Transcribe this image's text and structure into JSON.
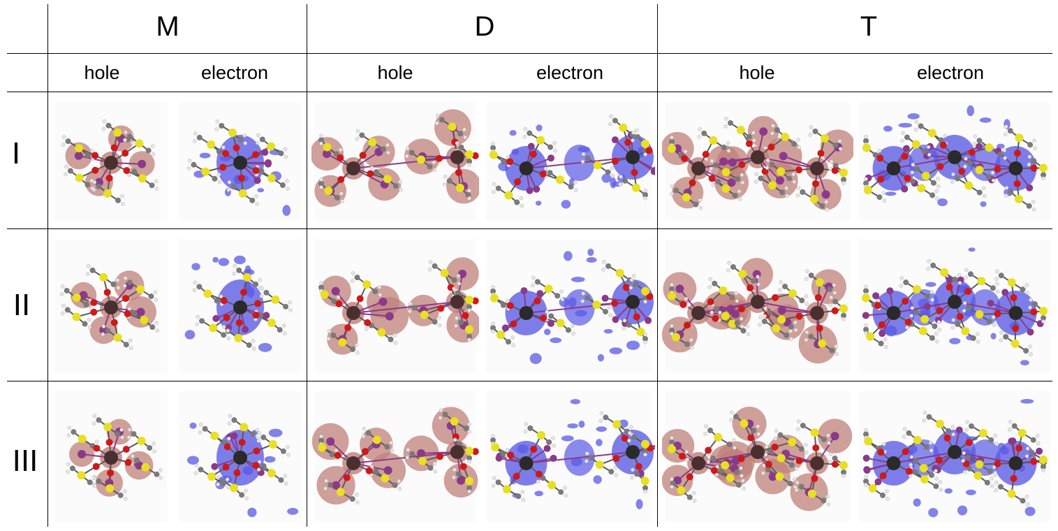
{
  "figure": {
    "groups": [
      {
        "id": "M",
        "label": "M",
        "sub": [
          "hole",
          "electron"
        ],
        "metals": 1
      },
      {
        "id": "D",
        "label": "D",
        "sub": [
          "hole",
          "electron"
        ],
        "metals": 2
      },
      {
        "id": "T",
        "label": "T",
        "sub": [
          "hole",
          "electron"
        ],
        "metals": 3
      }
    ],
    "rows": [
      {
        "id": "I",
        "label": "I"
      },
      {
        "id": "II",
        "label": "II"
      },
      {
        "id": "III",
        "label": "III"
      }
    ],
    "colors": {
      "hole_lobe": "#c0807a",
      "electron_lobe": "#5a5ae6",
      "metal": "#4a2f2f",
      "metal_electron": "#2a2a2a",
      "iodine": "#8a3a8a",
      "oxygen": "#d01818",
      "sulfur": "#e8e020",
      "carbon": "#7a7a7a",
      "hydrogen": "#e8e8e8",
      "bond": "#5a5a5a",
      "line": "#000000"
    }
  }
}
